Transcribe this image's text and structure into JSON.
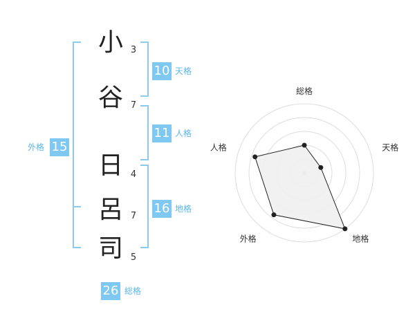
{
  "name": {
    "surname": [
      {
        "char": "小",
        "strokes": "3"
      },
      {
        "char": "谷",
        "strokes": "7"
      }
    ],
    "given": [
      {
        "char": "日",
        "strokes": "4"
      },
      {
        "char": "呂",
        "strokes": "7"
      },
      {
        "char": "司",
        "strokes": "5"
      }
    ]
  },
  "scores": {
    "tenkaku": {
      "label": "天格",
      "value": "10"
    },
    "jinkaku": {
      "label": "人格",
      "value": "11"
    },
    "chikaku": {
      "label": "地格",
      "value": "16"
    },
    "gaikaku": {
      "label": "外格",
      "value": "15"
    },
    "soukaku": {
      "label": "総格",
      "value": "26"
    }
  },
  "chart_data": {
    "type": "radar",
    "axes": [
      "総格",
      "天格",
      "地格",
      "外格",
      "人格"
    ],
    "values": [
      0.4,
      0.25,
      1.0,
      0.75,
      0.75
    ],
    "range": [
      0,
      1
    ],
    "rings": 5,
    "colors": {
      "fill": "#efefef",
      "line": "#222222",
      "ring": "#dddddd",
      "center": "#bbbbbb"
    }
  },
  "colors": {
    "accent": "#7fc8f2",
    "bracket": "#8ccbf0",
    "label": "#5bb6ea"
  }
}
